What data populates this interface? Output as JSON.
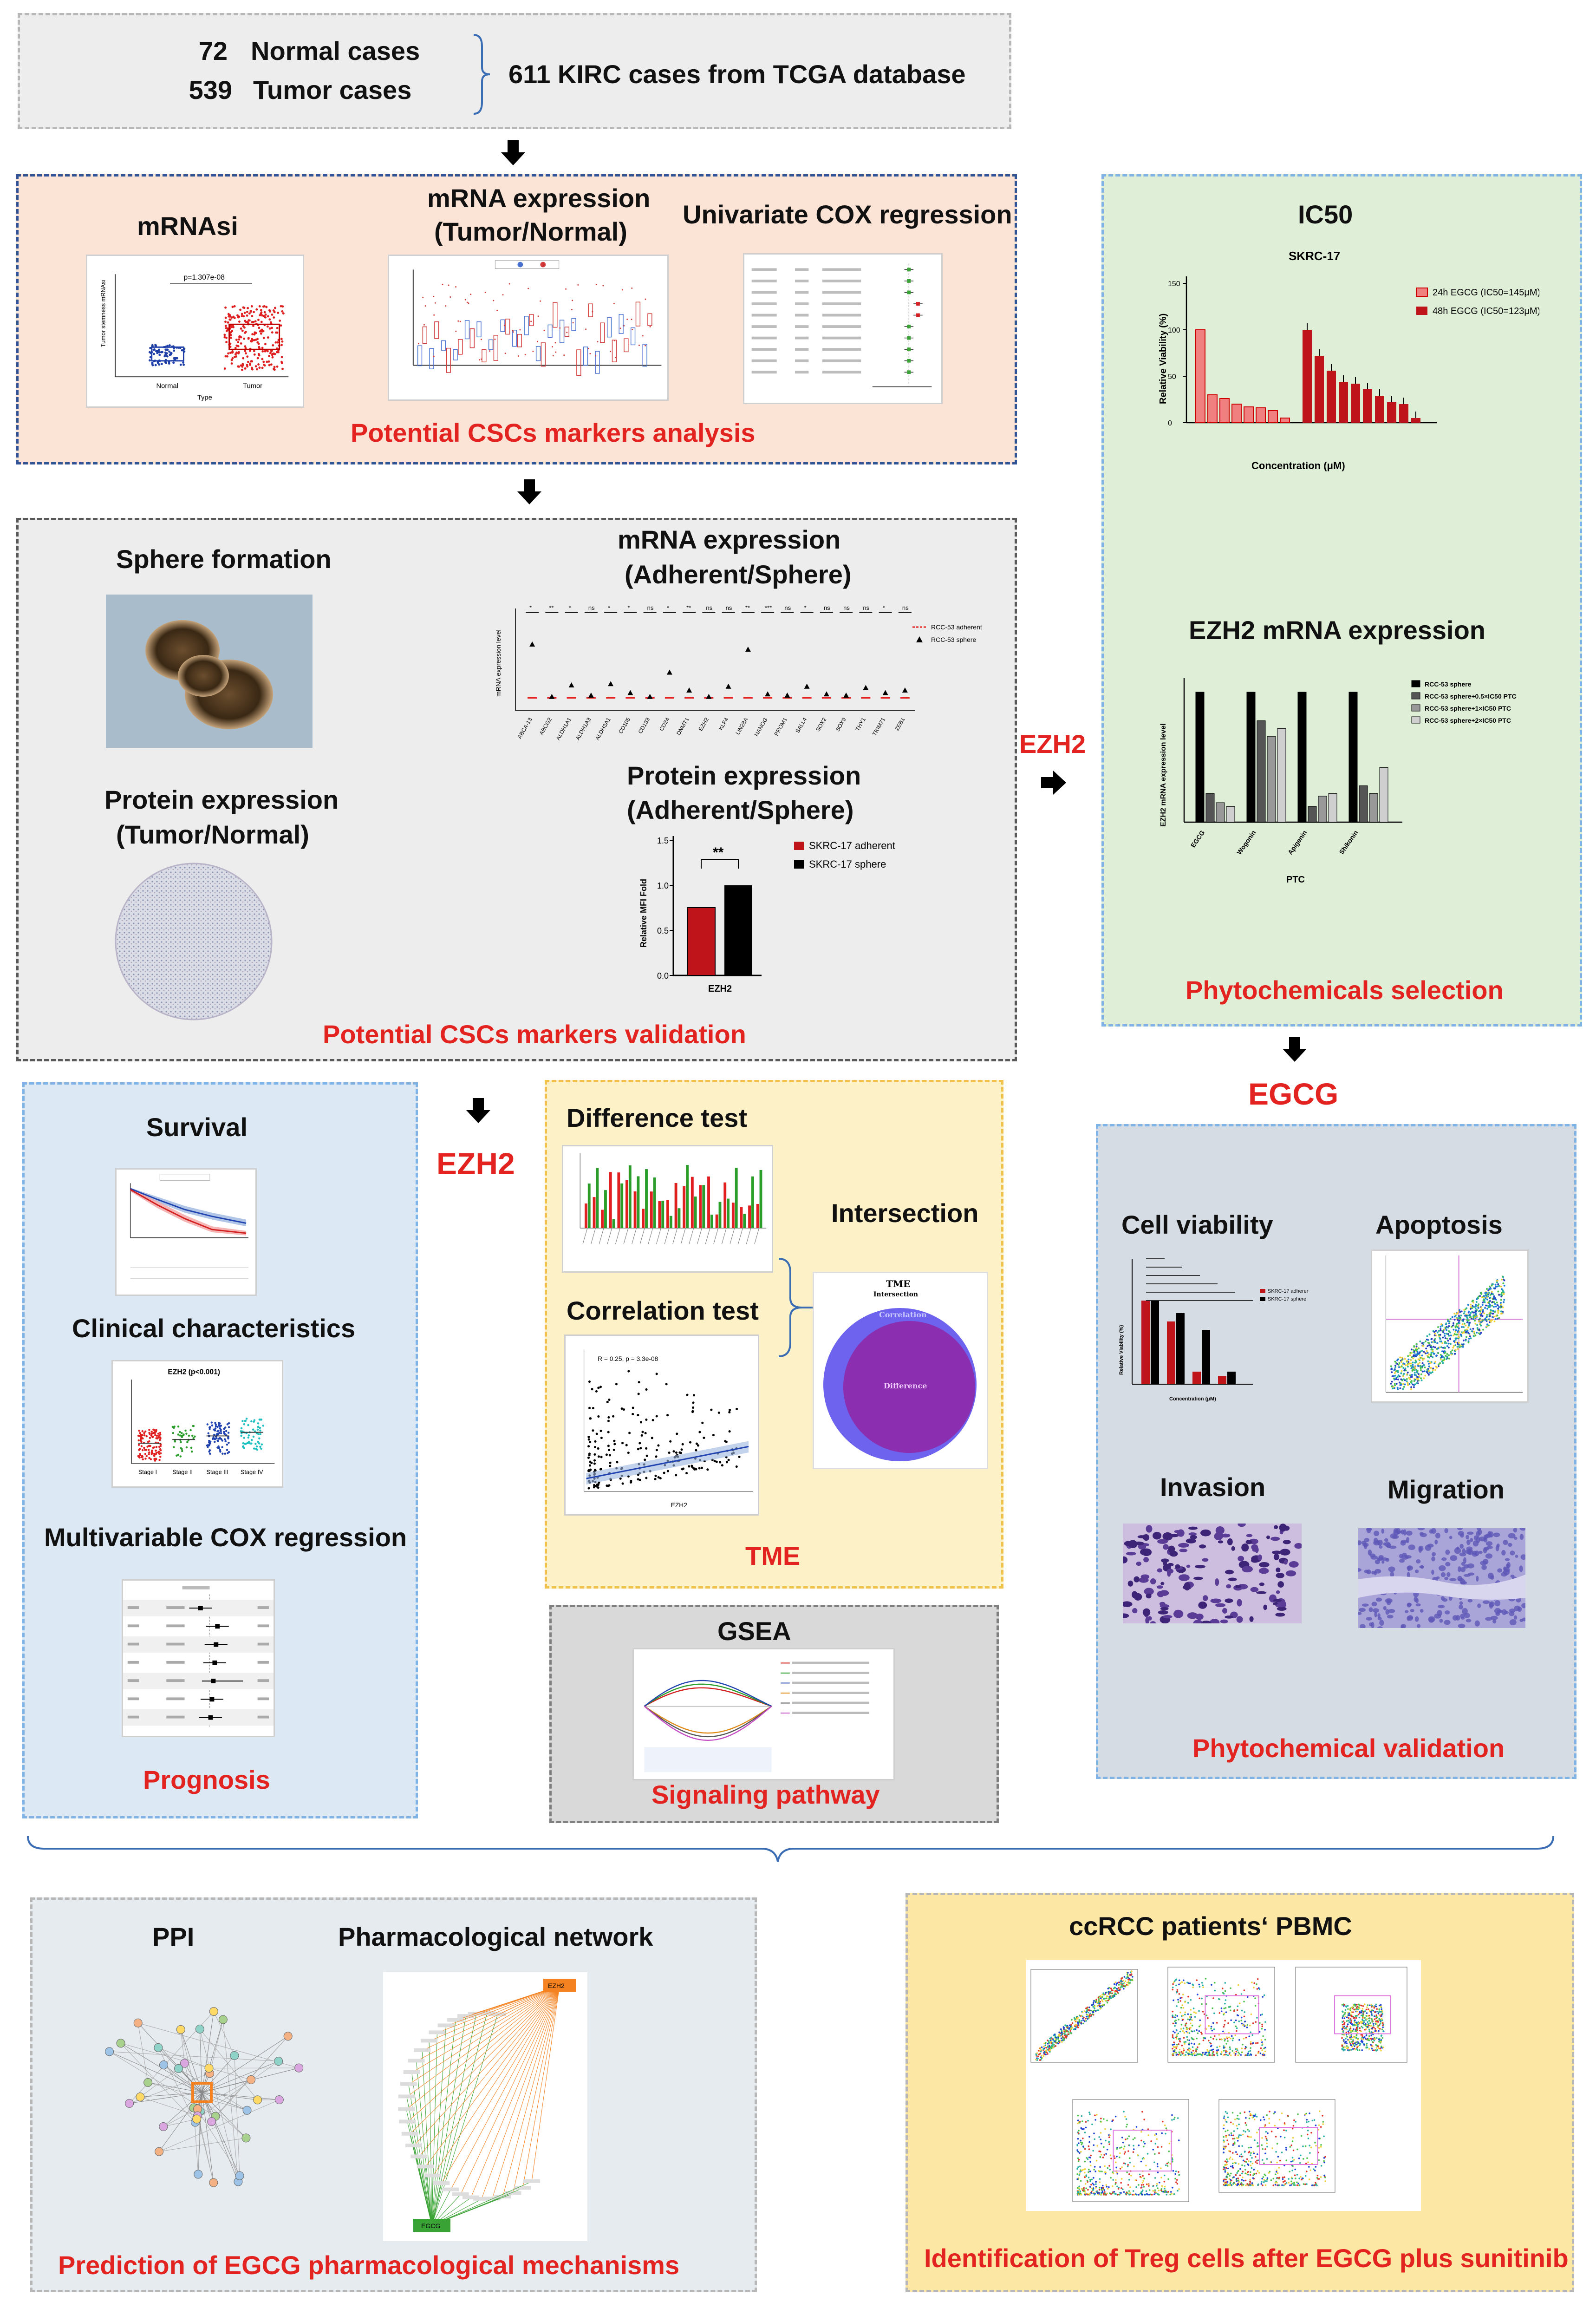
{
  "header": {
    "normal_count": "72",
    "normal_label": "Normal cases",
    "tumor_count": "539",
    "tumor_label": "Tumor  cases",
    "total_label": "611 KIRC cases from TCGA database"
  },
  "analysis": {
    "mrnasi_title": "mRNAsi",
    "mrnasi_pvalue": "p=1.307e-08",
    "mrnasi_ylabel": "Tumor stemness mRNAsi",
    "mrnasi_groups": [
      "Normal",
      "Tumor"
    ],
    "mrnasi_xlabel": "Type",
    "mrna_title_1": "mRNA expression",
    "mrna_title_2": "(Tumor/Normal)",
    "cox_title": "Univariate COX regression",
    "footer": "Potential CSCs markers analysis"
  },
  "validation": {
    "sphere_title": "Sphere formation",
    "protein_title_1": "Protein expression",
    "protein_title_2": "(Tumor/Normal)",
    "mrna_title_1": "mRNA expression",
    "mrna_title_2": "(Adherent/Sphere)",
    "mrna_ylabel": "mRNA expression level",
    "mrna_legend": [
      "RCC-53 adherent",
      "RCC-53 sphere"
    ],
    "mrna_genes": [
      "ABCA-13",
      "ABCG2",
      "ALDH1A1",
      "ALDH1A3",
      "ALDH3A1",
      "CD105",
      "CD133",
      "CD24",
      "DNMT1",
      "EZH2",
      "KLF4",
      "LIN28A",
      "NANOG",
      "PROM1",
      "SALL4",
      "SOX2",
      "SOX9",
      "THY1",
      "TRIM71",
      "ZEB1"
    ],
    "mrna_sig": [
      "*",
      "**",
      "*",
      "ns",
      "*",
      "*",
      "ns",
      "*",
      "**",
      "ns",
      "ns",
      "**",
      "***",
      "ns",
      "*",
      "ns",
      "ns",
      "ns",
      "*",
      "ns"
    ],
    "protein_adh_title_1": "Protein expression",
    "protein_adh_title_2": "(Adherent/Sphere)",
    "protein_ylabel": "Relative MFI Fold",
    "protein_xlabel": "EZH2",
    "protein_sig": "**",
    "protein_legend": [
      "SKRC-17 adherent",
      "SKRC-17 sphere"
    ],
    "footer": "Potential CSCs markers validation"
  },
  "phyto": {
    "ic50_title": "IC50",
    "ic50_chart_title": "SKRC-17",
    "ic50_legend": [
      "24h EGCG (IC50=145μM)",
      "48h EGCG (IC50=123μM)"
    ],
    "ic50_ylabel": "Relative Viability (%)",
    "ic50_xlabel": "Concentration (μM)",
    "ezh2_title": "EZH2 mRNA expression",
    "ezh2_ylabel": "EZH2 mRNA expression level",
    "ezh2_legend": [
      "RCC-53 sphere",
      "RCC-53 sphere+0.5×IC50 PTC",
      "RCC-53 sphere+1×IC50 PTC",
      "RCC-53 sphere+2×IC50 PTC"
    ],
    "ezh2_xlabel": "PTC",
    "footer": "Phytochemicals selection"
  },
  "connectors": {
    "ezh2_side": "EZH2",
    "ezh2_mid": "EZH2",
    "egcg": "EGCG"
  },
  "prognosis": {
    "survival_title": "Survival",
    "clinical_title": "Clinical characteristics",
    "clinical_chart_title": "EZH2 (p<0.001)",
    "clinical_stages": [
      "Stage I",
      "Stage II",
      "Stage III",
      "Stage IV"
    ],
    "multicox_title": "Multivariable COX regression",
    "footer": "Prognosis"
  },
  "tme": {
    "diff_title": "Difference test",
    "intersection_title": "Intersection",
    "corr_title": "Correlation test",
    "corr_stats": "R = 0.25, p = 3.3e-08",
    "corr_xlabel": "EZH2",
    "venn_title": "TME",
    "venn_subtitle": "Intersection",
    "venn_outer": "Correlation",
    "venn_inner": "Difference",
    "footer": "TME"
  },
  "gsea": {
    "title": "GSEA",
    "footer": "Signaling pathway"
  },
  "egcg_val": {
    "viability_title": "Cell viability",
    "viability_legend": [
      "SKRC-17 adherent",
      "SKRC-17 sphere"
    ],
    "viability_xlabel": "Concentration (μM)",
    "viability_ylabel": "Relative Viability (%)",
    "apoptosis_title": "Apoptosis",
    "invasion_title": "Invasion",
    "migration_title": "Migration",
    "footer": "Phytochemical validation"
  },
  "ppi": {
    "ppi_title": "PPI",
    "pharma_title": "Pharmacological network",
    "pharma_top_node": "EZH2",
    "pharma_bottom_node": "EGCG",
    "footer": "Prediction of EGCG pharmacological mechanisms"
  },
  "treg": {
    "title": "ccRCC patients‘ PBMC",
    "footer": "Identification of Treg cells after EGCG plus sunitinib"
  },
  "colors": {
    "accent_red": "#e32320",
    "analysis_bg": "#fbe4d6",
    "validation_bg": "#ededed",
    "phyto_bg": "#dfeed7",
    "prognosis_bg": "#dce9f5",
    "tme_bg": "#fdf1c7",
    "gsea_bg": "#d9d9d9",
    "egcg_bg": "#d6dce4",
    "ppi_bg": "#e6ebf0",
    "treg_bg": "#fde7a4"
  }
}
